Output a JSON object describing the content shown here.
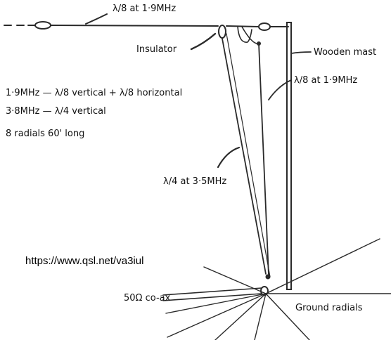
{
  "labels": {
    "top_wire": "λ/8 at 1·9MHz",
    "insulator": "Insulator",
    "mast": "Wooden mast",
    "vertical_wire": "λ/8 at 1·9MHz",
    "line1": "1·9MHz — λ/8 vertical + λ/8 horizontal",
    "line2": "3·8MHz — λ/4 vertical",
    "radials": "8 radials 60' long",
    "quarter_wave": "λ/4 at 3·5MHz",
    "url": "https://www.qsl.net/va3iul",
    "coax": "50Ω co-ax",
    "ground_radials": "Ground radials"
  },
  "colors": {
    "ink": "#2a2a2a",
    "background": "#ffffff"
  }
}
